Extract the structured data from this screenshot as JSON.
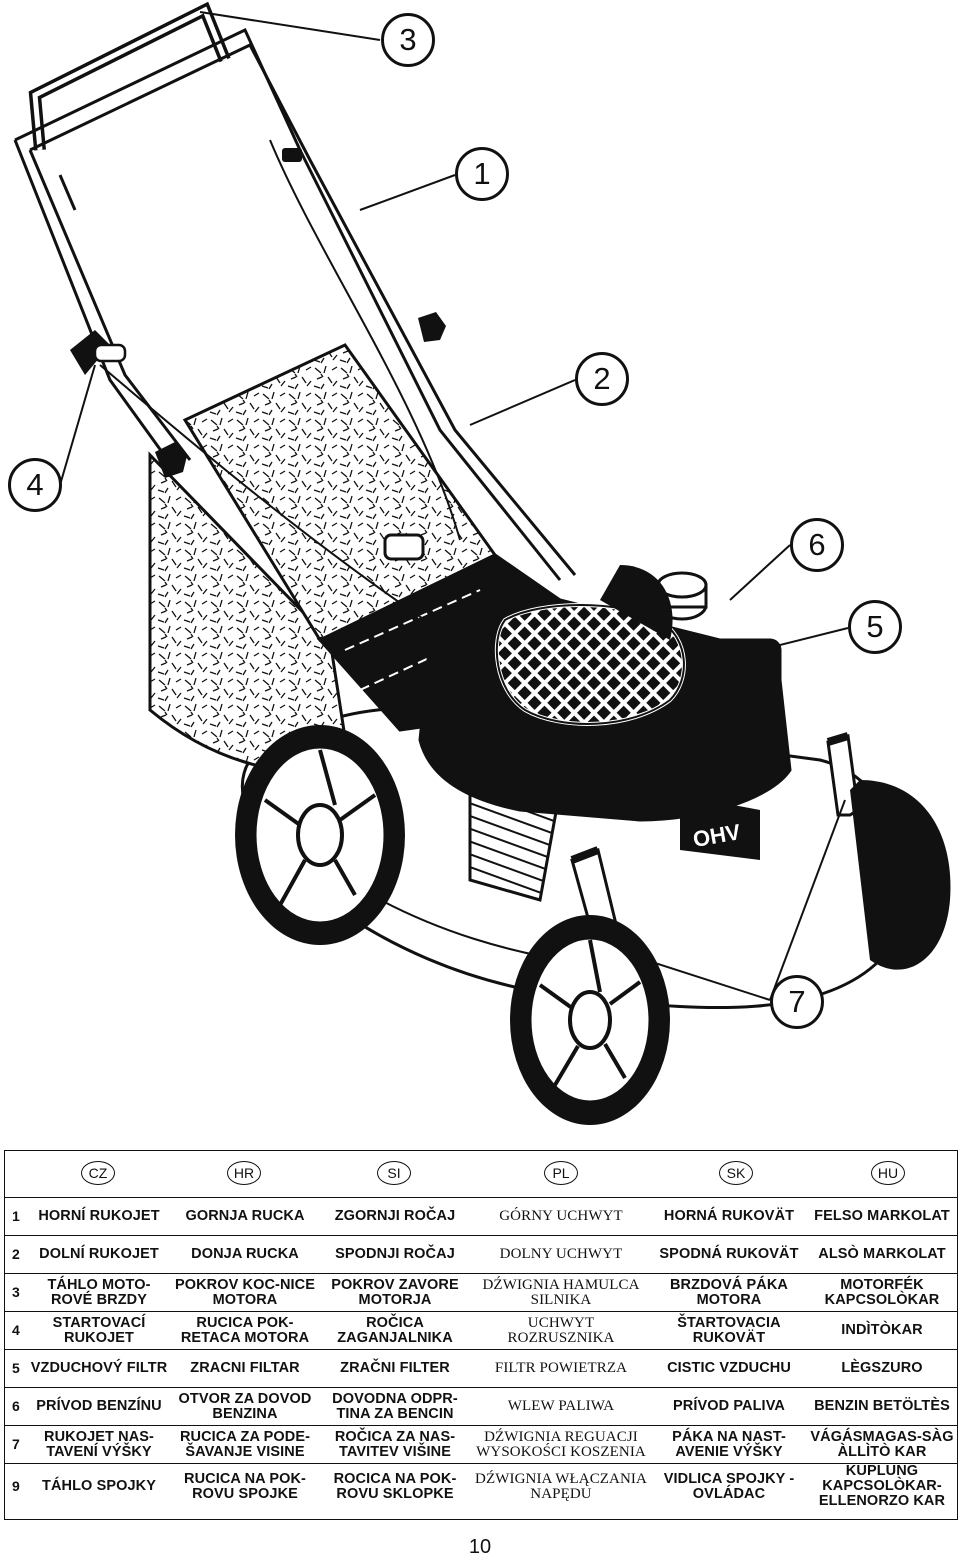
{
  "callouts": [
    "3",
    "1",
    "2",
    "4",
    "6",
    "5",
    "7"
  ],
  "engine_badge": "OHV",
  "legend": {
    "languages": [
      "CZ",
      "HR",
      "SI",
      "PL",
      "SK",
      "HU"
    ],
    "rows": [
      {
        "num": "1",
        "cells": [
          "HORNÍ RUKOJET",
          "GORNJA RUCKA",
          "ZGORNJI ROČAJ",
          "GÓRNY UCHWYT",
          "HORNÁ RUKOVÄT",
          "FELSO MARKOLAT"
        ]
      },
      {
        "num": "2",
        "cells": [
          "DOLNÍ RUKOJET",
          "DONJA RUCKA",
          "SPODNJI ROČAJ",
          "DOLNY UCHWYT",
          "SPODNÁ RUKOVÄT",
          "ALSÒ MARKOLAT"
        ]
      },
      {
        "num": "3",
        "cells": [
          "TÁHLO MOTO-ROVÉ BRZDY",
          "POKROV KOC-NICE MOTORA",
          "POKROV ZAVORE MOTORJA",
          "DŹWIGNIA HAMULCA SILNIKA",
          "BRZDOVÁ PÁKA MOTORA",
          "MOTORFÉK KAPCSOLÒKAR"
        ]
      },
      {
        "num": "4",
        "cells": [
          "STARTOVACÍ RUKOJET",
          "RUCICA POK-RETACA MOTORA",
          "ROČICA ZAGANJALNIKA",
          "UCHWYT ROZRUSZNIKA",
          "ŠTARTOVACIA RUKOVÄT",
          "INDÌTÒKAR"
        ]
      },
      {
        "num": "5",
        "cells": [
          "VZDUCHOVÝ FILTR",
          "ZRACNI FILTAR",
          "ZRAČNI FILTER",
          "FILTR POWIETRZA",
          "CISTIC VZDUCHU",
          "LÈGSZURO"
        ]
      },
      {
        "num": "6",
        "cells": [
          "PRÍVOD BENZÍNU",
          "OTVOR ZA DOVOD BENZINA",
          "DOVODNA ODPR-TINA ZA BENCIN",
          "WLEW PALIWA",
          "PRÍVOD PALIVA",
          "BENZIN BETÖLTÈS"
        ]
      },
      {
        "num": "7",
        "cells": [
          "RUKOJET NAS-TAVENÍ VÝŠKY",
          "RUCICA ZA PODE-ŠAVANJE VISINE",
          "ROČICA ZA NAS-TAVITEV VIŠINE",
          "DŹWIGNIA REGUACJI WYSOKOŚCI KOSZENIA",
          "PÁKA NA NAST-AVENIE VÝŠKY",
          "VÁGÁSMAGAS-SÀG ÀLLÌTÒ KAR"
        ]
      },
      {
        "num": "9",
        "cells": [
          "TÁHLO SPOJKY",
          "RUCICA NA POK-ROVU SPOJKE",
          "ROCICA NA POK-ROVU SKLOPKE",
          "DŹWIGNIA WŁĄCZANIA NAPĘDU",
          "VIDLICA SPOJKY - OVLÁDAC",
          "KUPLUNG KAPCSOLÒKAR-ELLENORZO KAR"
        ]
      }
    ]
  },
  "page_number": "10"
}
